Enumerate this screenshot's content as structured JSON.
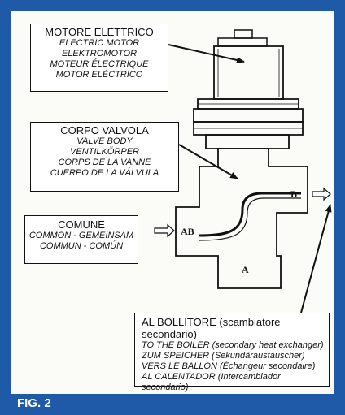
{
  "labels": {
    "motor": {
      "main": "MOTORE ELETTRICO",
      "lines": [
        "ELECTRIC MOTOR",
        "ELEKTROMOTOR",
        "MOTEUR ÉLECTRIQUE",
        "MOTOR ELÉCTRICO"
      ]
    },
    "valve_body": {
      "main": "CORPO VALVOLA",
      "lines": [
        "VALVE BODY",
        "VENTILKÖRPER",
        "CORPS DE LA VANNE",
        "CUERPO DE LA VÁLVULA"
      ]
    },
    "common": {
      "main": "COMUNE",
      "lines": [
        "COMMON - GEMEINSAM",
        "COMMUN - COMÚN"
      ]
    },
    "boiler": {
      "main": "AL BOLLITORE (scambiatore secondario)",
      "lines": [
        "TO THE BOILER (secondary heat exchanger)",
        "ZUM SPEICHER (Sekundäraustauscher)",
        "VERS LE BALLON (Échangeur secondaire)",
        "AL CALENTADOR (Intercambiador secondario)"
      ]
    }
  },
  "ports": {
    "ab": "AB",
    "b": "B",
    "a": "A"
  },
  "figure_label": "FIG. 2",
  "colors": {
    "frame": "#1e5aa8",
    "ink": "#111111",
    "background": "#fbfbf7"
  }
}
